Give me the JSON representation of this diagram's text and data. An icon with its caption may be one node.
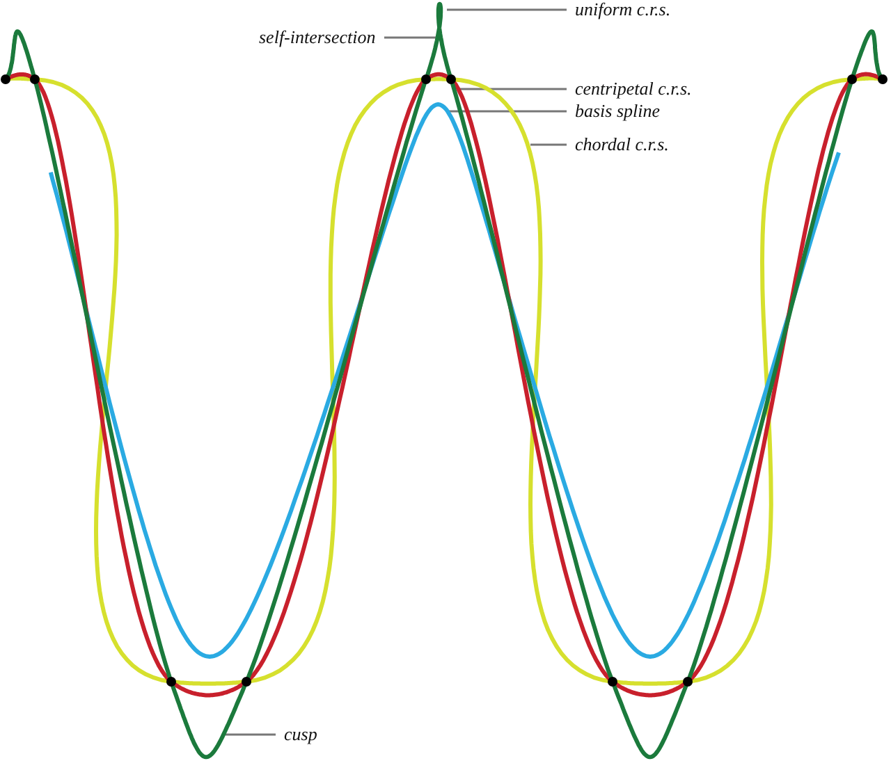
{
  "diagram": {
    "nodes": [
      {
        "text": [
          "uniform c.r.s."
        ]
      },
      {
        "text": [
          "self-intersection"
        ]
      },
      {
        "text": [
          "centripetal c.r.s."
        ]
      },
      {
        "text": [
          "basis spline"
        ]
      },
      {
        "text": [
          "chordal c.r.s."
        ]
      },
      {
        "text": [
          "cusp"
        ]
      }
    ],
    "edges": [
      {
        "from": 0,
        "to": null,
        "arrow": "none"
      },
      {
        "from": 1,
        "to": null,
        "arrow": "none"
      },
      {
        "from": 2,
        "to": null,
        "arrow": "none"
      },
      {
        "from": 3,
        "to": null,
        "arrow": "none"
      },
      {
        "from": 4,
        "to": null,
        "arrow": "none"
      },
      {
        "from": 5,
        "to": null,
        "arrow": "none"
      }
    ]
  }
}
